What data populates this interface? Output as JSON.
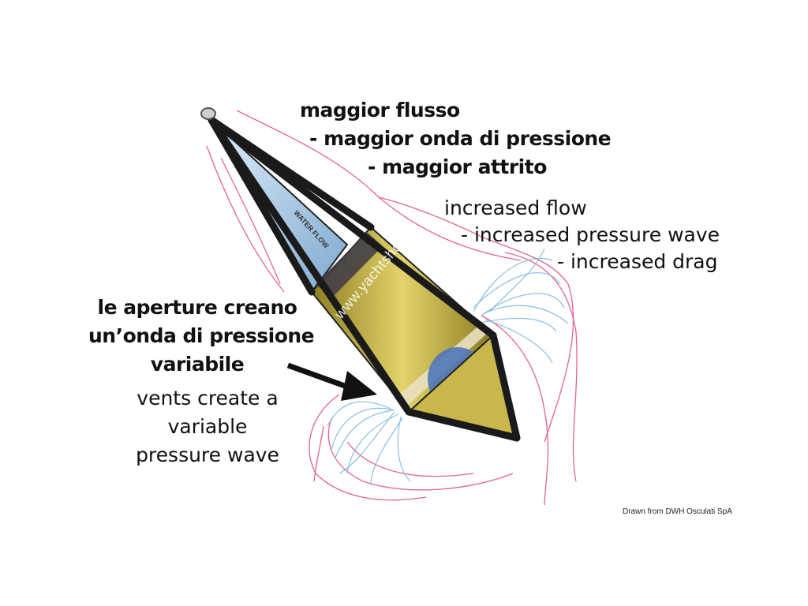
{
  "italian": {
    "flow_lines": [
      "maggior flusso",
      "- maggior onda di pressione",
      "- maggior attrito"
    ],
    "vents_lines": [
      "le aperture creano",
      "un’onda di pressione",
      "variabile"
    ]
  },
  "english": {
    "flow_lines": [
      "increased flow",
      "- increased pressure wave",
      "- increased drag"
    ],
    "vents_lines": [
      "vents create a",
      "variable",
      "pressure wave"
    ]
  },
  "product_label": "WATER FLOW",
  "watermark": "www.yachtshop.si",
  "credit": "Drawn from DWH Osculati SpA",
  "colors": {
    "flow_lines": "#e04a7a",
    "cone_body": "#d8c45a",
    "frame": "#1a1a1a",
    "water": "#7fb6e0"
  }
}
